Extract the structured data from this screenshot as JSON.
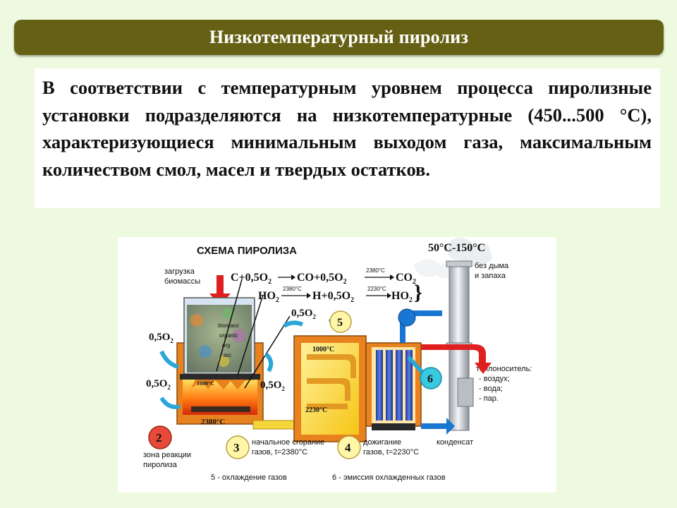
{
  "title": "Низкотемпературный пиролиз",
  "paragraph": "В соответствии с температурным уровнем процесса пиролизные установки подразделяются на низкотемпературные (450...500 °С), характеризующиеся минимальным выходом газа, максимальным количеством смол, масел и твердых остатков.",
  "diagram": {
    "heading": "СХЕМА ПИРОЛИЗА",
    "exhaust_temp": "50°С-150°С",
    "no_smoke_line1": "без дыма",
    "no_smoke_line2": "и запаха",
    "loading_line1": "загрузка",
    "loading_line2": "биомассы",
    "eq1_left": "С+0,5О",
    "eq1_mid": "СО+0,5О",
    "eq1_right": "СО",
    "eq1_temp": "2380°С",
    "eq2_left": "НО",
    "eq2_mid": "Н+0,5О",
    "eq2_right": "НО",
    "eq2_temp1": "2380°С",
    "eq2_temp2": "2230°С",
    "o2_top": "0,5О",
    "o2_left1": "0,5О",
    "o2_left2": "0,5О",
    "o2_right": "0,5О",
    "subscript_2": "2",
    "biomass_words": [
      "biomass",
      "organic",
      "org",
      "arc"
    ],
    "temp_1000_a": "1000°С",
    "temp_1000_b": "1000°С",
    "temp_2380": "2380°С",
    "temp_2230": "2230°С",
    "num_2": "2",
    "num_3": "3",
    "num_4": "4",
    "num_5": "5",
    "num_6": "6",
    "zone_line1": "зона реакции",
    "zone_line2": "пиролиза",
    "initial_line1": "начальное сгорание",
    "initial_line2": "газов, t=2380°С",
    "after_line1": "дожигание",
    "after_line2": "газов, t=2230°С",
    "heat_carrier": "теплоноситель:",
    "hc_air": "- воздух;",
    "hc_water": "- вода;",
    "hc_steam": "- пар.",
    "condensate": "конденсат",
    "legend5": "5 - охлаждение газов",
    "legend6": "6 - эмиссия охлажденных газов"
  },
  "colors": {
    "title_bg": "#666014",
    "page_bg": "#edfadf",
    "furnace_orange": "#e8821e",
    "hot_yellow": "#f7d21a",
    "red_arrow": "#e02020",
    "blue_arrow": "#1976d2",
    "callout_yellow": "#fff6a8",
    "callout_cyan": "#37c9e0",
    "callout_red": "#e84a3a"
  }
}
